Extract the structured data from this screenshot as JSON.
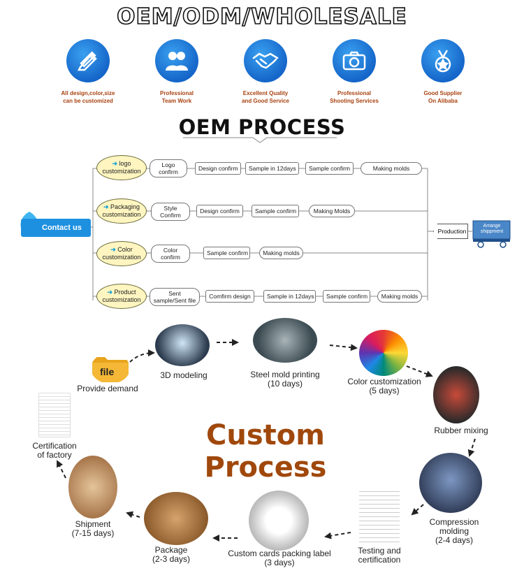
{
  "header": {
    "title": "OEM/ODM/WHOLESALE"
  },
  "features": [
    {
      "label": "All design,color,size\ncan be customized",
      "icon": "pencil-ruler-icon"
    },
    {
      "label": "Professional\nTeam Work",
      "icon": "team-icon"
    },
    {
      "label": "Excellent Quality\nand Good Service",
      "icon": "handshake-icon"
    },
    {
      "label": "Professional\nShooting Services",
      "icon": "camera-icon"
    },
    {
      "label": "Good Supplier\nOn Alibaba",
      "icon": "medal-icon"
    }
  ],
  "oem": {
    "title": "OEM PROCESS",
    "contact": "Contact us",
    "production": "Production",
    "arrange": "Arrange\nshippment",
    "rows": [
      {
        "start": "logo\ncustomization",
        "steps": [
          "Logo\nconfirm",
          "Design confirm",
          "Sample in 12days",
          "Sample confirm",
          "Making molds"
        ]
      },
      {
        "start": "Packaging\ncustomization",
        "steps": [
          "Style\nConfirm",
          "Design confirm",
          "Sample confirm",
          "Making Molds"
        ]
      },
      {
        "start": "Color\ncustomization",
        "steps": [
          "Color\nconfirm",
          "Sample confirm",
          "Making molds"
        ]
      },
      {
        "start": "Product\ncustomization",
        "steps": [
          "Sent\nsample/Sent file",
          "Comfirm design",
          "Sample in 12days",
          "Sample confirm",
          "Making molds"
        ]
      }
    ]
  },
  "custom": {
    "title": "Custom Process",
    "file_text": "file",
    "steps": {
      "provide": "Provide demand",
      "modeling": "3D modeling",
      "steel": "Steel mold printing\n(10 days)",
      "color": "Color customization\n(5 days)",
      "rubber": "Rubber mixing",
      "compression": "Compression\nmolding\n(2-4 days)",
      "testing": "Testing and\ncertification",
      "cards": "Custom cards packing label\n(3 days)",
      "package": "Package\n(2-3 days)",
      "shipment": "Shipment\n(7-15 days)",
      "cert": "Certification\nof factory"
    }
  },
  "colors": {
    "accent": "#1e90e0",
    "brand_brown": "#a0480c",
    "oval_fill": "#fff5c0"
  }
}
